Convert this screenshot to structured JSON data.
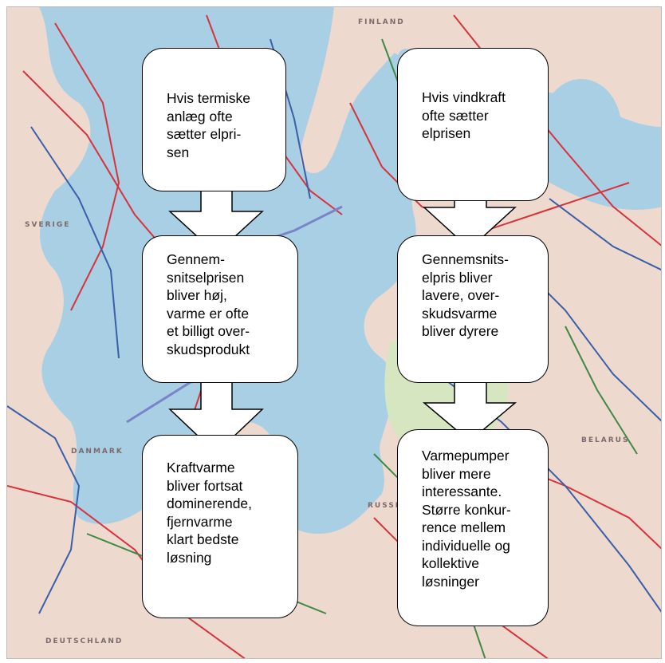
{
  "map": {
    "labels": {
      "finland": "FINLAND",
      "sverige": "SVERIGE",
      "danmark": "DANMARK",
      "rossija": "RUSSIA",
      "belarus": "BELARUS",
      "deutschland": "DEUTSCHLAND"
    }
  },
  "diagram": {
    "left": {
      "box1": "Hvis termiske\nanlæg ofte\nsætter elpri-\nsen",
      "box2": "Gennem-\nsnitselprisen\nbliver høj,\nvarme er ofte\net billigt over-\nskudsprodukt",
      "box3": "Kraftvarme\nbliver fortsat\ndominerende,\nfjernvarme\nklart bedste\nløsning"
    },
    "right": {
      "box1": "Hvis vindkraft\nofte sætter\nelprisen",
      "box2": "Gennemsnits-\nelpris bliver\nlavere, over-\nskudsvarme\nbliver dyrere",
      "box3": "Varmepumper\nbliver mere\ninteressante.\nStørre konkur-\nrence mellem\nindividuelle og\nkollektive\nløsninger"
    },
    "colors": {
      "sea": "#a8cfe3",
      "land": "#eed9cf",
      "grid_red": "#d8333c",
      "grid_blue": "#3a5fa8",
      "grid_green": "#3e8a45"
    }
  }
}
